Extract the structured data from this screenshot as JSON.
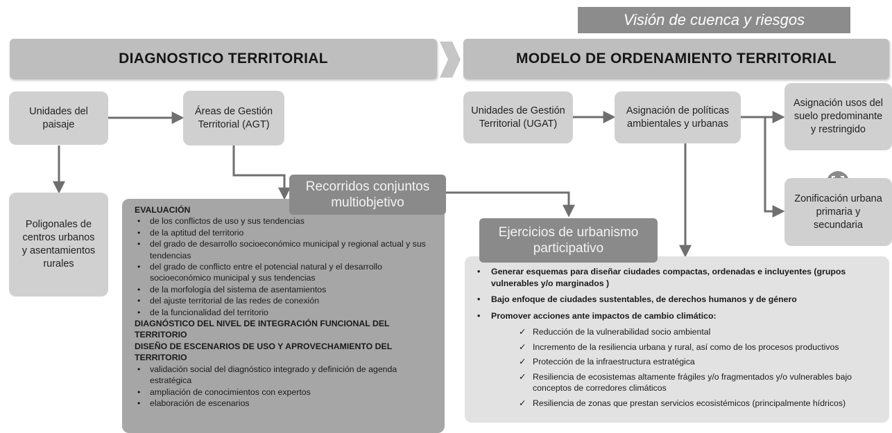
{
  "banner": "Visión de cuenca y riesgos",
  "header_left": "DIAGNOSTICO TERRITORIAL",
  "header_right": "MODELO DE ORDENAMIENTO TERRITORIAL",
  "nodes": {
    "unidades_paisaje": "Unidades del paisaje",
    "agt": "Áreas de Gestión Territorial (AGT)",
    "poligonales": "Poligonales de centros urbanos y asentamientos rurales",
    "recorridos": "Recorridos conjuntos multiobjetivo",
    "ugat": "Unidades de Gestión Territorial (UGAT)",
    "politicas": "Asignación de políticas ambientales y urbanas",
    "usos_suelo": "Asignación usos del suelo predominante y restringido",
    "zonificacion": "Zonificación urbana primaria y secundaria",
    "ejercicios": "Ejercicios de urbanismo participativo"
  },
  "evaluacion": {
    "title": "EVALUACIÓN",
    "items": [
      "de los conflictos de uso y sus tendencias",
      "de la aptitud del territorio",
      "del grado de desarrollo socioeconómico municipal y regional actual y sus tendencias",
      "del grado de conflicto entre el potencial natural y el desarrollo socioeconómico municipal y sus tendencias",
      "de la morfología del sistema de asentamientos",
      "del ajuste territorial de las redes de conexión",
      "de la funcionalidad del territorio"
    ],
    "diagnostico": "DIAGNÓSTICO DEL NIVEL DE INTEGRACIÓN FUNCIONAL DEL TERRITORIO",
    "diseno": "DISEÑO DE ESCENARIOS DE USO  Y APROVECHAMIENTO DEL TERRITORIO",
    "diseno_items": [
      "validación social del diagnóstico integrado y definición de agenda estratégica",
      "ampliación de conocimientos con expertos",
      "elaboración de escenarios"
    ]
  },
  "acciones": {
    "bullets": [
      "Generar esquemas para diseñar ciudades compactas, ordenadas e incluyentes (grupos vulnerables y/o marginados )",
      "Bajo enfoque de ciudades sustentables, de derechos humanos y de género",
      "Promover acciones ante impactos de cambio climático:"
    ],
    "checks": [
      "Reducción de la vulnerabilidad socio ambiental",
      "Incremento de la resiliencia urbana y rural, así como de los procesos productivos",
      "Protección de la infraestructura estratégica",
      "Resiliencia de ecosistemas altamente frágiles y/o fragmentados y/o vulnerables bajo conceptos de corredores climáticos",
      "Resiliencia de zonas que prestan servicios ecosistémicos (principalmente hídricos)"
    ]
  }
}
